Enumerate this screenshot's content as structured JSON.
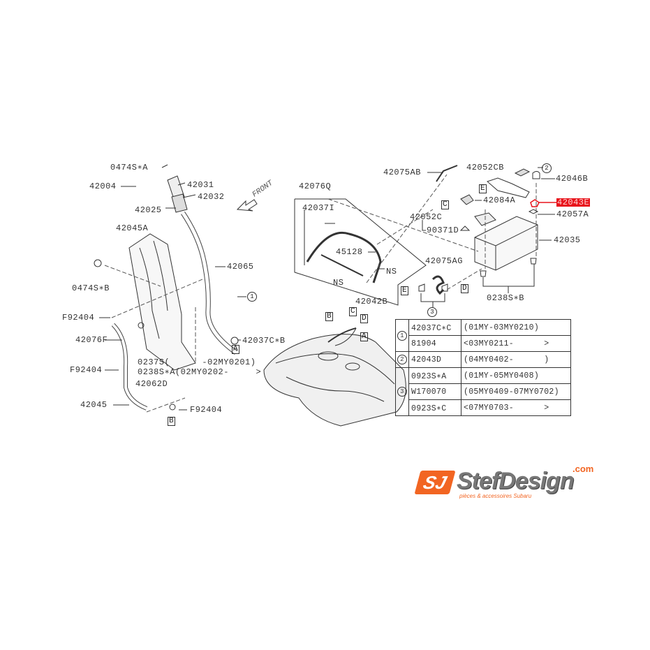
{
  "labels": {
    "l0474SA": "0474S∗A",
    "l42004": "42004",
    "l42031": "42031",
    "l42032": "42032",
    "l42025": "42025",
    "l42045A": "42045A",
    "l42065": "42065",
    "l0474SB": "0474S∗B",
    "lF92404a": "F92404",
    "l42076F": "42076F",
    "lF92404b": "F92404",
    "l0237S": "0237S(      -02MY0201)",
    "l0238SA": "0238S∗A(02MY0202-     >",
    "l42062D": "42062D",
    "l42045": "42045",
    "lF92404c": "F92404",
    "l42037CB": "42037C∗B",
    "front": "FRONT",
    "l42076Q": "42076Q",
    "l42037I": "42037I",
    "l45128": "45128",
    "lNS1": "NS",
    "lNS2": "NS",
    "l42042B": "42042B",
    "l42075AB": "42075AB",
    "l42052CB": "42052CB",
    "l42046B": "42046B",
    "l42084A": "42084A",
    "l42043E": "42043E",
    "l42057A": "42057A",
    "l42052C": "42052C",
    "l90371D": "90371D",
    "l42035": "42035",
    "l42075AG": "42075AG",
    "l0238SB": "0238S∗B"
  },
  "ref_markers": {
    "A": "A",
    "B": "B",
    "C": "C",
    "D": "D",
    "E": "E",
    "one": "1",
    "two": "2",
    "three": "3"
  },
  "highlight_color": "#e8141c",
  "reference_table": [
    {
      "group": "1",
      "part": "42037C∗C",
      "range": "(01MY-03MY0210)"
    },
    {
      "group": "1",
      "part": "81904",
      "range": "<03MY0211-      >"
    },
    {
      "group": "2",
      "part": "42043D",
      "range": "(04MY0402-      )"
    },
    {
      "group": "3",
      "part": "0923S∗A",
      "range": "(01MY-05MY0408)"
    },
    {
      "group": "3",
      "part": "W170070",
      "range": "(05MY0409-07MY0702)"
    },
    {
      "group": "3",
      "part": "0923S∗C",
      "range": "<07MY0703-      >"
    }
  ],
  "logo": {
    "mark": "SJ",
    "name": "StefDesign",
    "domain": ".com",
    "tagline": "pièces & accessoires Subaru",
    "brand_color": "#f26522"
  }
}
